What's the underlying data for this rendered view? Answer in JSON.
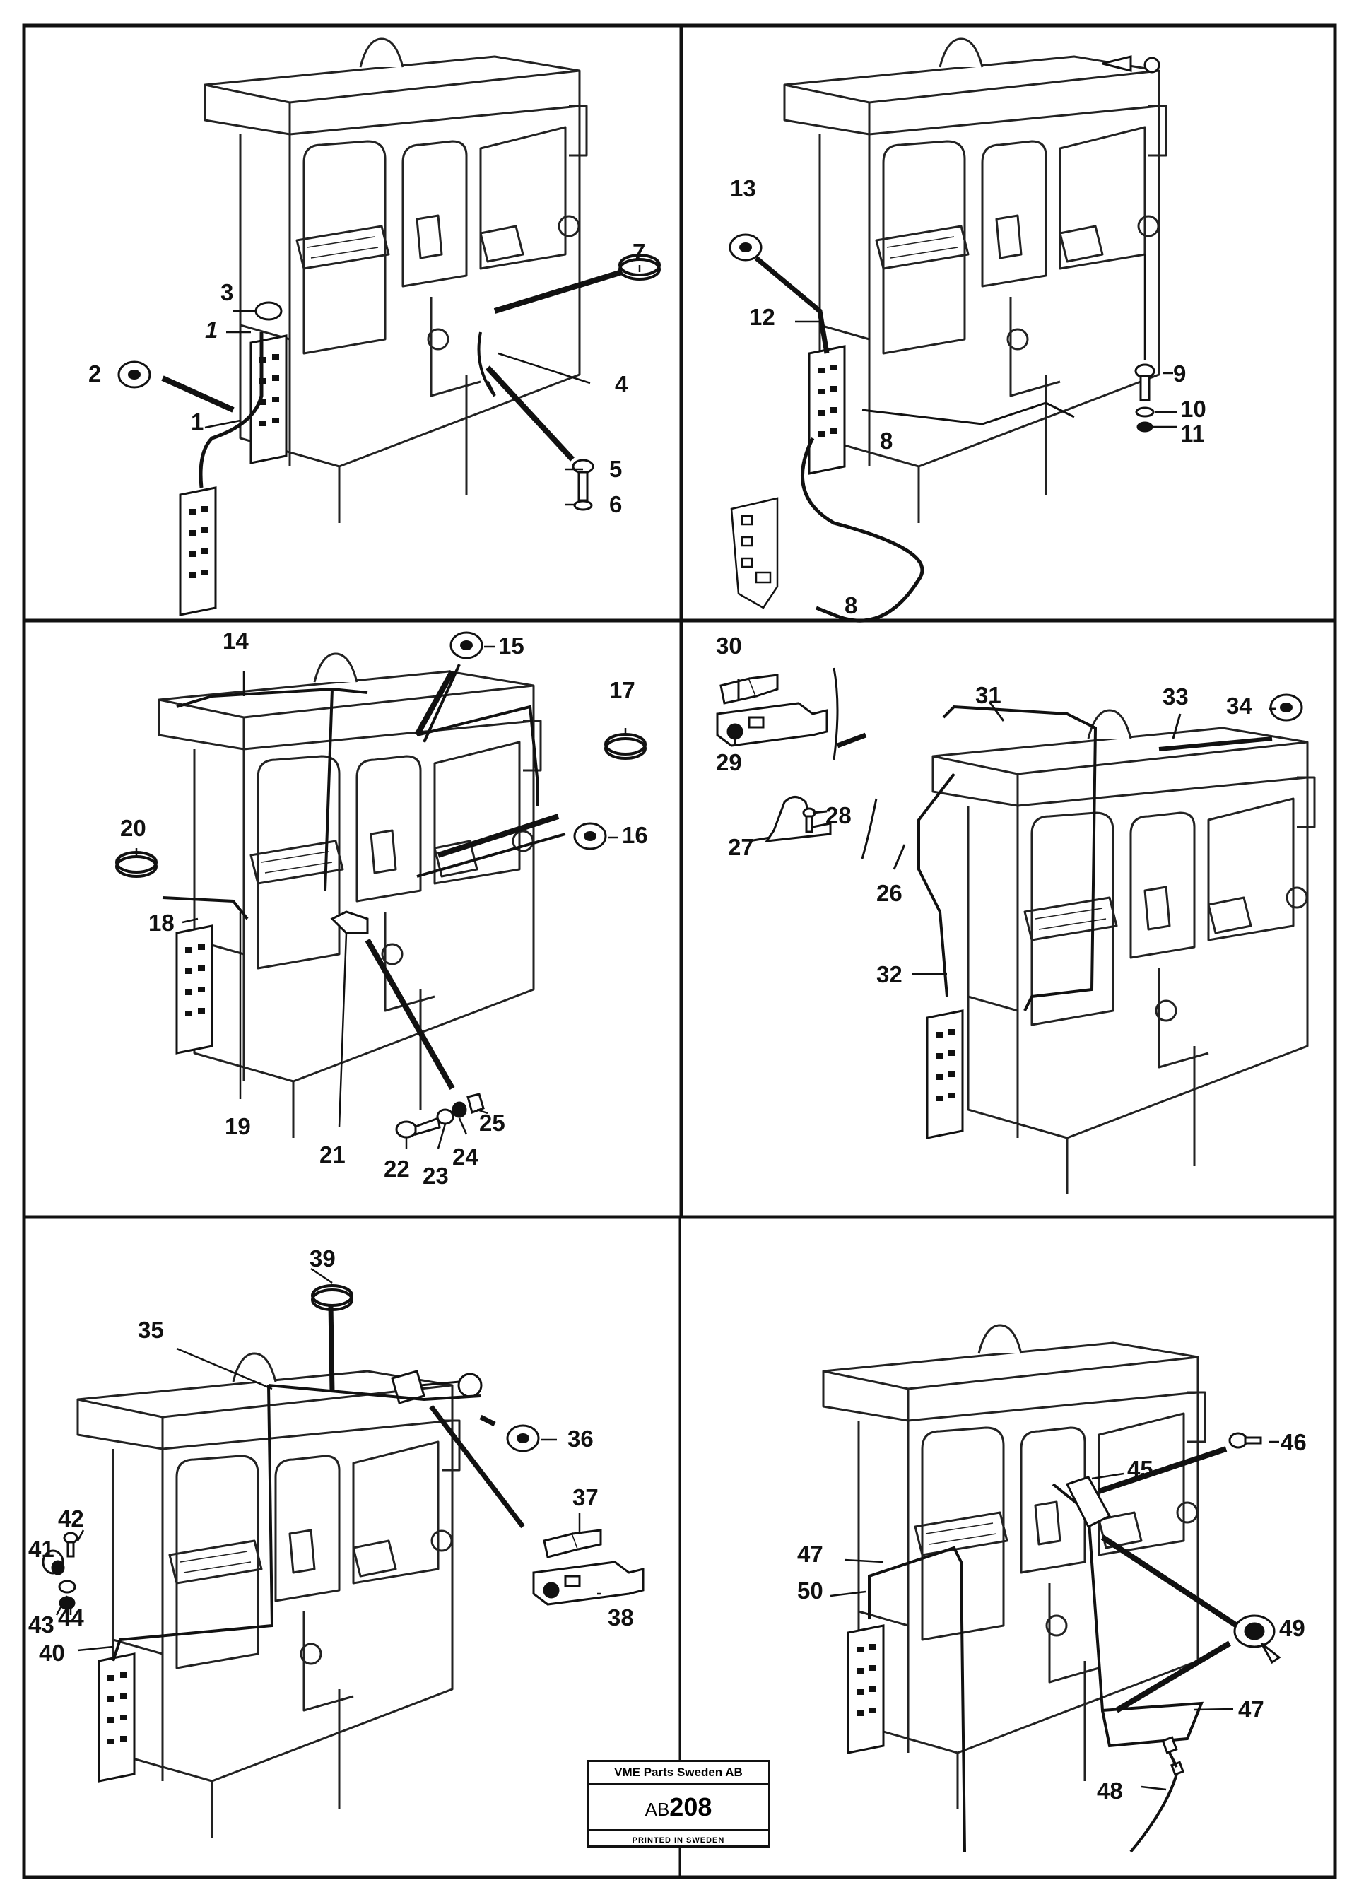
{
  "panels": [
    {
      "id": "top-left",
      "callouts": [
        "1",
        "1",
        "2",
        "3",
        "4",
        "5",
        "6",
        "7"
      ]
    },
    {
      "id": "top-right",
      "callouts": [
        "8",
        "8",
        "9",
        "10",
        "11",
        "12",
        "13"
      ]
    },
    {
      "id": "middle-left",
      "callouts": [
        "14",
        "15",
        "16",
        "17",
        "18",
        "19",
        "20",
        "21",
        "22",
        "23",
        "24",
        "25"
      ]
    },
    {
      "id": "middle-right",
      "callouts": [
        "26",
        "27",
        "28",
        "29",
        "30",
        "31",
        "32",
        "33",
        "34"
      ]
    },
    {
      "id": "bottom-left",
      "callouts": [
        "35",
        "36",
        "37",
        "38",
        "39",
        "40",
        "41",
        "42",
        "43",
        "44"
      ]
    },
    {
      "id": "bottom-right",
      "callouts": [
        "45",
        "46",
        "47",
        "47",
        "48",
        "49",
        "50"
      ]
    }
  ],
  "labels": {
    "c1a": "1",
    "c1b": "1",
    "c2": "2",
    "c3": "3",
    "c4": "4",
    "c5": "5",
    "c6": "6",
    "c7": "7",
    "c8a": "8",
    "c8b": "8",
    "c9": "9",
    "c10": "10",
    "c11": "11",
    "c12": "12",
    "c13": "13",
    "c14": "14",
    "c15": "15",
    "c16": "16",
    "c17": "17",
    "c18": "18",
    "c19": "19",
    "c20": "20",
    "c21": "21",
    "c22": "22",
    "c23": "23",
    "c24": "24",
    "c25": "25",
    "c26": "26",
    "c27": "27",
    "c28": "28",
    "c29": "29",
    "c30": "30",
    "c31": "31",
    "c32": "32",
    "c33": "33",
    "c34": "34",
    "c35": "35",
    "c36": "36",
    "c37": "37",
    "c38": "38",
    "c39": "39",
    "c40": "40",
    "c41": "41",
    "c42": "42",
    "c43": "43",
    "c44": "44",
    "c45": "45",
    "c46": "46",
    "c47a": "47",
    "c47b": "47",
    "c48": "48",
    "c49": "49",
    "c50": "50"
  },
  "stamp": {
    "company": "VME Parts Sweden AB",
    "code_prefix": "AB",
    "code_number": "208",
    "printed": "PRINTED IN SWEDEN"
  }
}
